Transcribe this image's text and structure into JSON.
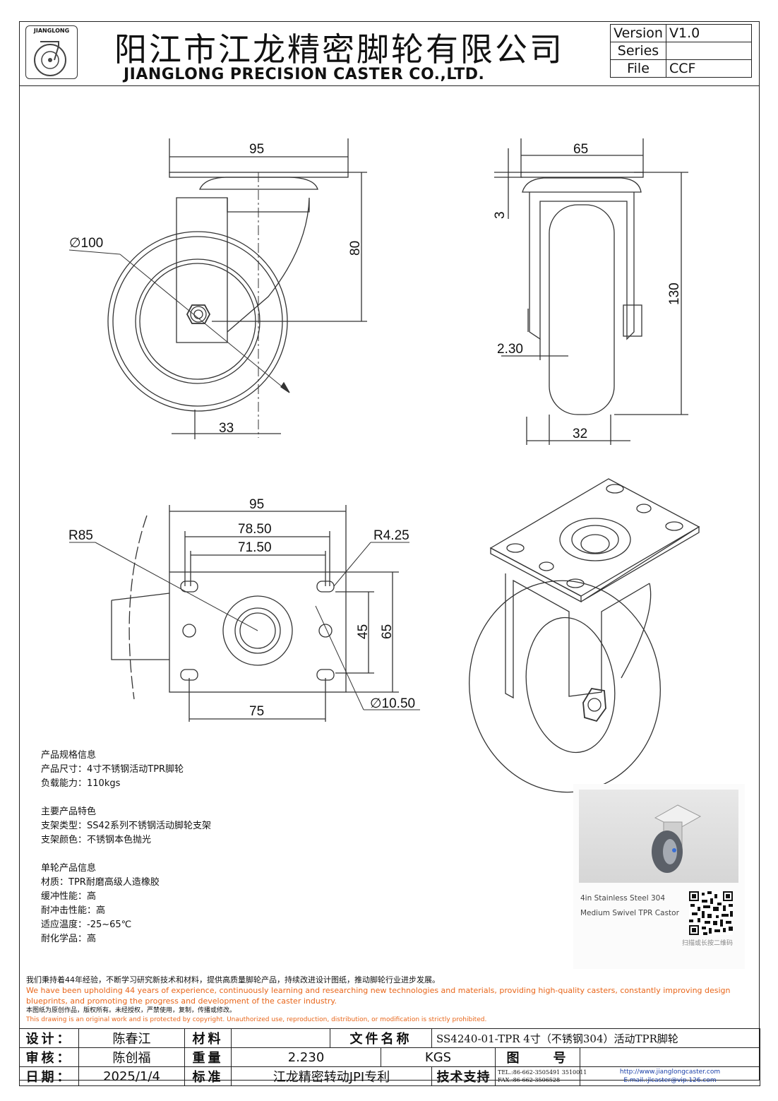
{
  "header": {
    "logo_text": "JIANGLONG",
    "title_cn": "阳江市江龙精密脚轮有限公司",
    "title_en": "JIANGLONG PRECISION CASTER CO.,LTD.",
    "version_label": "Version",
    "version_value": "V1.0",
    "series_label": "Series",
    "series_value": "",
    "file_label": "File",
    "file_value": "CCF"
  },
  "dims": {
    "front_width": "95",
    "diameter": "∅100",
    "height80": "80",
    "offset33": "33",
    "side_width": "65",
    "plate3": "3",
    "height130": "130",
    "gap230": "2.30",
    "tread32": "32",
    "top_width": "95",
    "hole_span1": "78.50",
    "hole_span2": "71.50",
    "r85": "R85",
    "r425": "R4.25",
    "d45": "45",
    "d65": "65",
    "d75": "75",
    "hole_d": "∅10.50"
  },
  "spec": {
    "h1": "产品规格信息",
    "l1": "产品尺寸：4寸不锈钢活动TPR脚轮",
    "l2": "负载能力：110kgs",
    "h2": "主要产品特色",
    "l3": "支架类型：SS42系列不锈钢活动脚轮支架",
    "l4": "支架颜色：不锈钢本色抛光",
    "h3": "单轮产品信息",
    "l5": "材质：TPR耐磨高级人造橡胶",
    "l6": "缓冲性能：高",
    "l7": "耐冲击性能：高",
    "l8": "适应温度：-25~65℃",
    "l9": "耐化学品：高"
  },
  "photo": {
    "caption": "4in Stainless Steel 304 Medium Swivel TPR Castor",
    "qr_caption": "扫描或长按二维码"
  },
  "notice": {
    "cn": "我们秉持着44年经验，不断学习研究新技术和材料，提供高质量脚轮产品，持续改进设计图纸，推动脚轮行业进步发展。",
    "en": "We have been upholding 44 years of experience, continuously learning and researching new technologies and materials, providing high-quality casters, constantly improving design blueprints, and promoting the progress and development of the caster industry.",
    "cn_small": "本图纸为原创作品，版权所有。未经授权，严禁使用，复制，传播或修改。",
    "en_small": "This drawing is an original work and is protected by copyright. Unauthorized use, reproduction, distribution, or modification is strictly prohibited."
  },
  "title_block": {
    "design_label": "设计：",
    "designer": "陈春江",
    "material_label": "材料",
    "material": "",
    "filename_label": "文件名称",
    "filename": "SS4240-01-TPR 4寸（不锈钢304）活动TPR脚轮",
    "review_label": "审核：",
    "reviewer": "陈创福",
    "weight_label": "重量",
    "weight": "2.230",
    "weight_unit": "KGS",
    "drawing_no_label": "图　　号",
    "drawing_no": "",
    "date_label": "日期：",
    "date": "2025/1/4",
    "standard_label": "标准",
    "standard": "江龙精密转动JPI专利",
    "support_label": "技术支持",
    "tel": "TEL.:86-662-3505491 3510011",
    "fax": "FAX.:86-662-3506528",
    "web": "http://www.jianglongcaster.com",
    "email": "E.mail.:jlcaster@vip.126.com"
  }
}
